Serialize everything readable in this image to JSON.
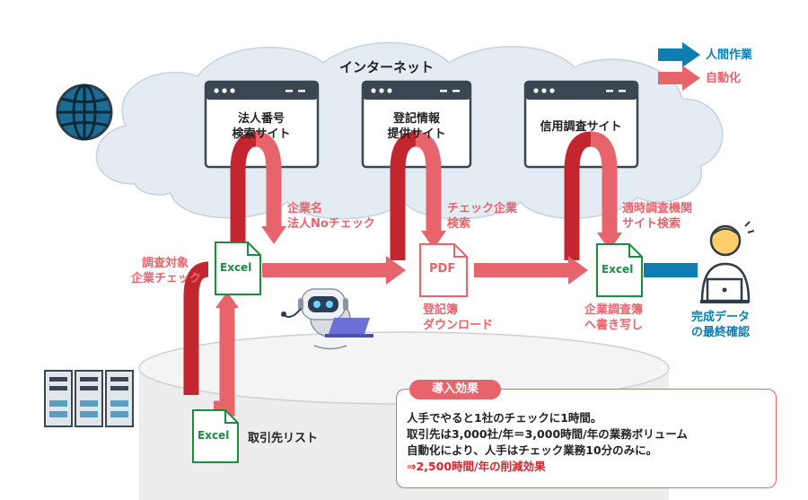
{
  "internet_label": "インターネット",
  "legend": {
    "manual": "人間作業",
    "automated": "自動化",
    "manual_color": "#0e7db1",
    "auto_color": "#e8646d",
    "auto_dark_color": "#c3262f"
  },
  "sites": [
    {
      "line1": "法人番号",
      "line2": "検索サイト"
    },
    {
      "line1": "登記情報",
      "line2": "提供サイト"
    },
    {
      "line1": "信用調査サイト",
      "line2": ""
    }
  ],
  "steps": {
    "corp_name_1": "企業名",
    "corp_name_2": "法人Noチェック",
    "check_search_1": "チェック企業",
    "check_search_2": "検索",
    "agency_search_1": "適時調査機関",
    "agency_search_2": "サイト検索",
    "target_check_1": "調査対象",
    "target_check_2": "企業チェック",
    "registry_dl_1": "登記簿",
    "registry_dl_2": "ダウンロード",
    "transcribe_1": "企業調査簿",
    "transcribe_2": "へ書き写し",
    "final_check_1": "完成データ",
    "final_check_2": "の最終確認"
  },
  "files": {
    "excel": "Excel",
    "pdf": "PDF"
  },
  "client_list": "取引先リスト",
  "effect": {
    "title": "導入効果",
    "lines": [
      "人手でやると1社のチェックに1時間。",
      "取引先は3,000社/年＝3,000時間/年の業務ボリューム",
      "自動化により、人手はチェック業務10分のみに。"
    ],
    "result": "⇒2,500時間/年の削減効果"
  },
  "icons": [
    "globe-icon",
    "server-icon",
    "robot-icon",
    "person-icon",
    "laptop-icon",
    "browser-window-icon",
    "excel-file-icon",
    "pdf-file-icon"
  ]
}
